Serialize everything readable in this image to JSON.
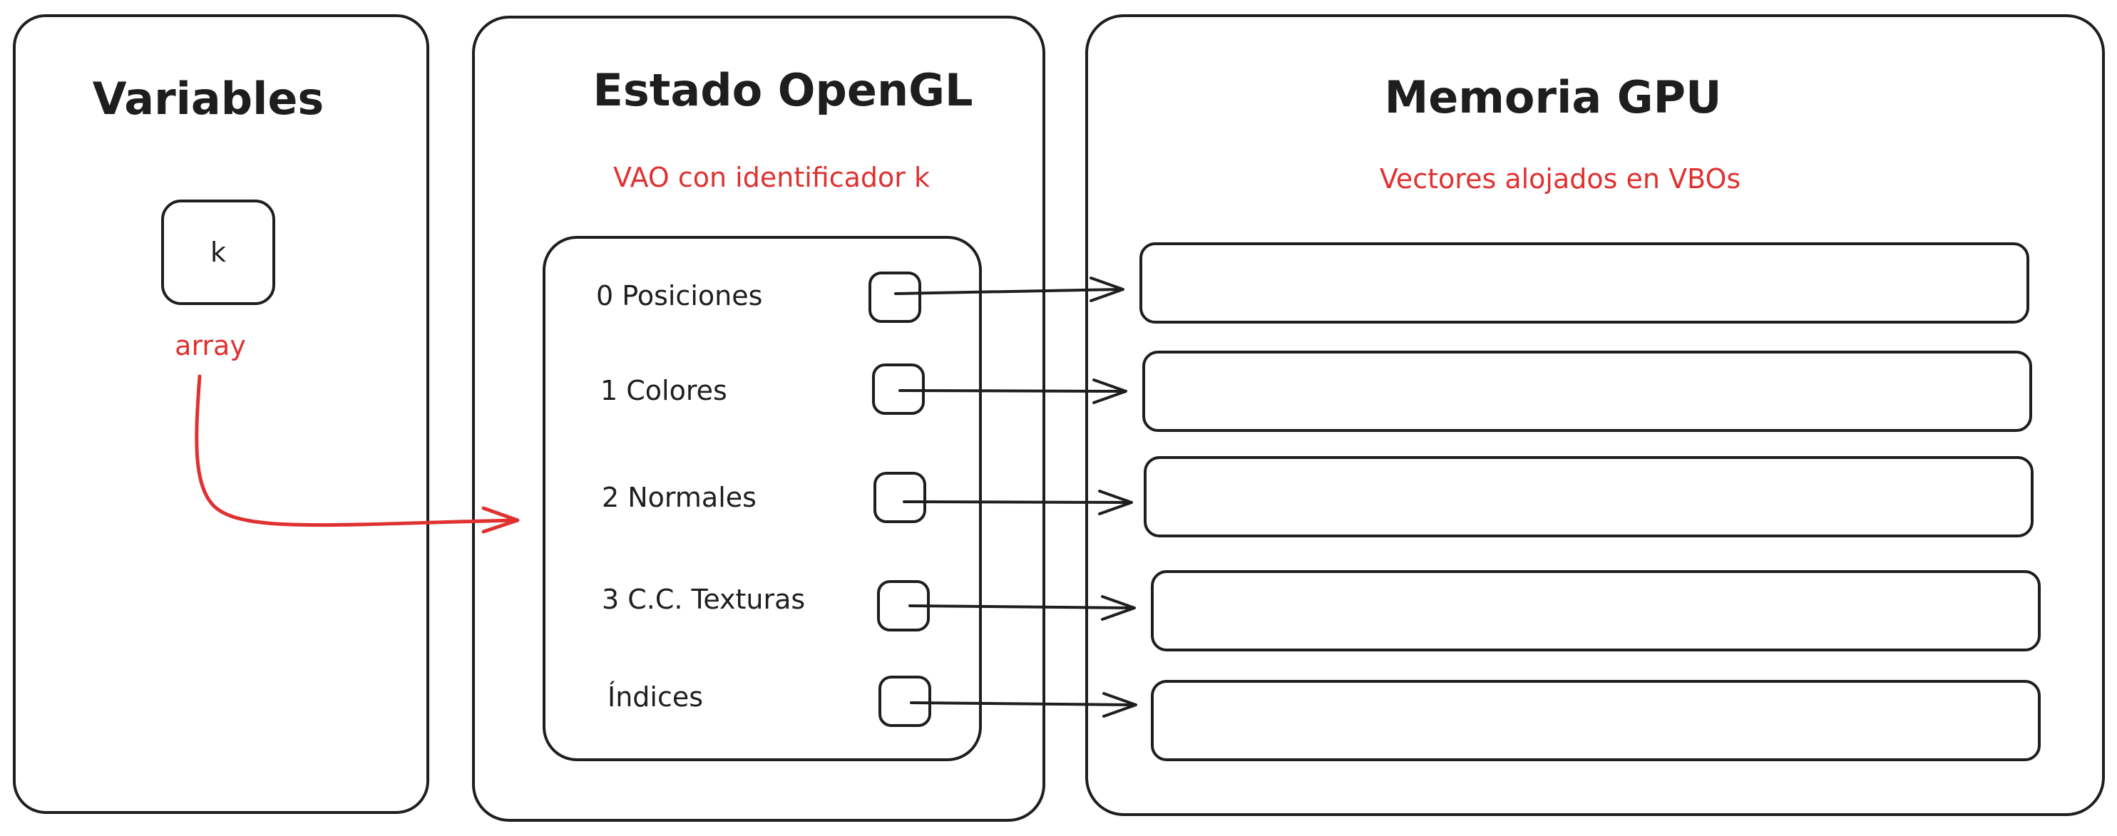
{
  "panels": {
    "variables": {
      "title": "Variables"
    },
    "opengl": {
      "title": "Estado OpenGL",
      "subtitle": "VAO con identificador k"
    },
    "gpu": {
      "title": "Memoria GPU",
      "subtitle": "Vectores alojados en VBOs"
    }
  },
  "variable": {
    "name": "k",
    "caption": "array"
  },
  "attributes": [
    {
      "label": "0 Posiciones"
    },
    {
      "label": "1 Colores"
    },
    {
      "label": "2 Normales"
    },
    {
      "label": "3 C.C. Texturas"
    },
    {
      "label": "Índices"
    }
  ],
  "colors": {
    "ink": "#1e1e1e",
    "accent": "#e03131",
    "background": "#ffffff"
  }
}
